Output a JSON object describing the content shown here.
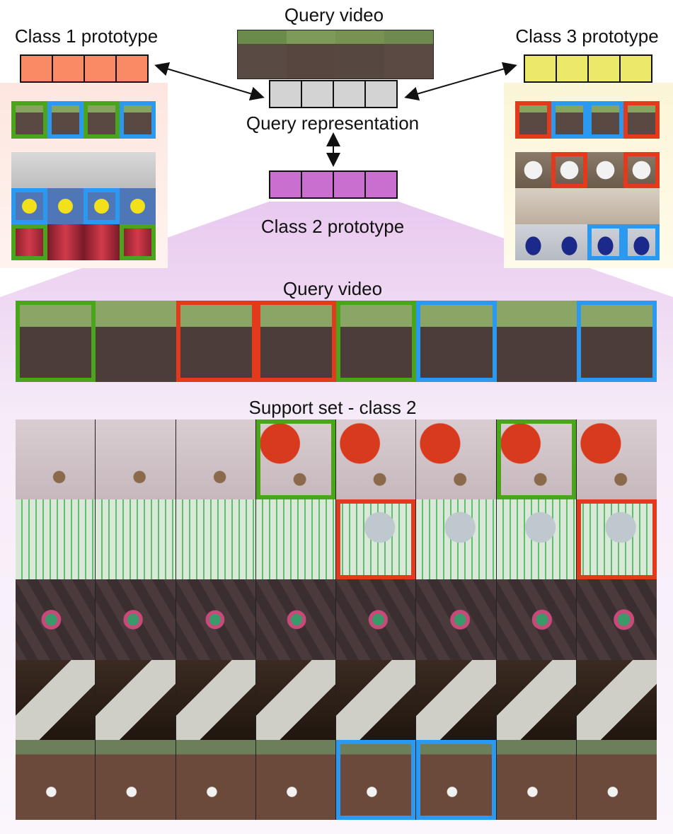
{
  "labels": {
    "query_video_top": "Query video",
    "class1_prototype": "Class 1 prototype",
    "class3_prototype": "Class 3 prototype",
    "query_representation": "Query representation",
    "class2_prototype": "Class 2 prototype",
    "query_video_main": "Query video",
    "support_set": "Support set - class 2"
  },
  "colors": {
    "class1": "#f88a66",
    "class2": "#c86fd0",
    "class3": "#ece86a",
    "query": "#d3d3d3",
    "green": "#4aa51c",
    "red": "#e23a1a",
    "blue": "#2a99ef"
  },
  "query_frames": [
    "none",
    "none",
    "red",
    "red",
    "green",
    "blue",
    "none",
    "blue"
  ],
  "query_frames_first": "green",
  "support_rows": [
    {
      "scene": "red-scoop-box",
      "highlights": [
        "none",
        "none",
        "none",
        "green",
        "none",
        "none",
        "green",
        "none"
      ]
    },
    {
      "scene": "green-vase-glass",
      "highlights": [
        "none",
        "none",
        "none",
        "none",
        "red",
        "none",
        "none",
        "red"
      ]
    },
    {
      "scene": "spotted-ball",
      "highlights": [
        "none",
        "none",
        "none",
        "none",
        "none",
        "none",
        "none",
        "none"
      ]
    },
    {
      "scene": "dark-cloth-basket",
      "highlights": [
        "none",
        "none",
        "none",
        "none",
        "none",
        "none",
        "none",
        "none"
      ]
    },
    {
      "scene": "soil-cup-pour",
      "highlights": [
        "none",
        "none",
        "none",
        "none",
        "blue",
        "blue",
        "none",
        "none"
      ]
    }
  ],
  "class1_thumbs": {
    "query_row": [
      "green",
      "blue",
      "green",
      "blue"
    ],
    "rows": [
      {
        "scene": "glasses",
        "highlights": [
          "none",
          "none",
          "none",
          "none"
        ]
      },
      {
        "scene": "yellow-ball",
        "highlights": [
          "blue",
          "none",
          "blue",
          "none"
        ]
      },
      {
        "scene": "red-cup",
        "highlights": [
          "green",
          "none",
          "none",
          "green"
        ]
      }
    ]
  },
  "class3_thumbs": {
    "query_row": [
      "red",
      "blue",
      "blue",
      "red"
    ],
    "rows": [
      {
        "scene": "cucumber-plate",
        "highlights": [
          "none",
          "red",
          "none",
          "red"
        ]
      },
      {
        "scene": "paper-box",
        "highlights": [
          "none",
          "none",
          "none",
          "none"
        ]
      },
      {
        "scene": "blue-hangers",
        "highlights": [
          "none",
          "none",
          "blue",
          "blue"
        ]
      }
    ]
  }
}
